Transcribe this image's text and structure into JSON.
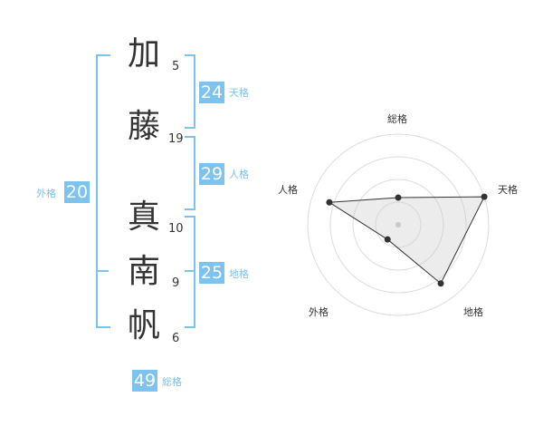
{
  "name": {
    "characters": [
      {
        "char": "加",
        "strokes": "5"
      },
      {
        "char": "藤",
        "strokes": "19"
      },
      {
        "char": "真",
        "strokes": "10"
      },
      {
        "char": "南",
        "strokes": "9"
      },
      {
        "char": "帆",
        "strokes": "6"
      }
    ]
  },
  "fortune": {
    "tenkaku": {
      "value": "24",
      "label": "天格"
    },
    "jinkaku": {
      "value": "29",
      "label": "人格"
    },
    "chikaku": {
      "value": "25",
      "label": "地格"
    },
    "gaikaku": {
      "value": "20",
      "label": "外格"
    },
    "soukaku": {
      "value": "49",
      "label": "総格"
    }
  },
  "colors": {
    "accent": "#7cc3ef",
    "text": "#333333"
  },
  "chart_data": {
    "type": "radar",
    "axes": [
      "総格",
      "天格",
      "地格",
      "外格",
      "人格"
    ],
    "rings": 4,
    "values": [
      1.5,
      5,
      4,
      1,
      4
    ],
    "max": 5
  }
}
